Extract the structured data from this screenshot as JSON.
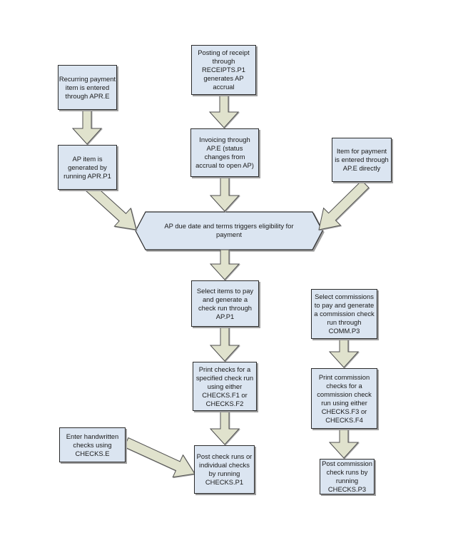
{
  "diagram": {
    "type": "flowchart",
    "nodes": [
      {
        "id": "recurring-payment",
        "text": "Recurring payment\nitem is entered\nthrough APR.E"
      },
      {
        "id": "posting-receipt",
        "text": "Posting of receipt\nthrough\nRECEIPTS.P1\ngenerates AP\naccrual"
      },
      {
        "id": "ap-item-generated",
        "text": "AP item is\ngenerated by\nrunning APR.P1"
      },
      {
        "id": "invoicing-ape",
        "text": "Invoicing through\nAP.E (status\nchanges from\naccrual to open AP)"
      },
      {
        "id": "item-for-payment",
        "text": "Item for payment\nis entered through\nAP.E directly"
      },
      {
        "id": "eligibility-hexagon",
        "text": "AP due date and terms triggers eligibility for\npayment"
      },
      {
        "id": "select-items",
        "text": "Select items to pay\nand generate a\ncheck run through\nAP.P1"
      },
      {
        "id": "select-commissions",
        "text": "Select commissions\nto pay and generate\na commission check\nrun through\nCOMM.P3"
      },
      {
        "id": "print-checks",
        "text": "Print checks for a\nspecified check run\nusing either\nCHECKS.F1 or\nCHECKS.F2"
      },
      {
        "id": "print-commission-checks",
        "text": "Print commission\nchecks for a\ncommission check\nrun using either\nCHECKS.F3 or\nCHECKS.F4"
      },
      {
        "id": "enter-handwritten-checks",
        "text": "Enter handwritten\nchecks using\nCHECKS.E"
      },
      {
        "id": "post-check-runs",
        "text": "Post check runs or\nindividual checks\nby running\nCHECKS.P1"
      },
      {
        "id": "post-commission-check-runs",
        "text": "Post commission\ncheck runs by\nrunning\nCHECKS.P3"
      }
    ],
    "colors": {
      "node_fill": "#dbe5f1",
      "node_border": "#2b2b2b",
      "arrow_fill": "#e0e2cd",
      "arrow_stroke": "#4f4f4f",
      "shadow": "#9e9e9e",
      "background": "#ffffff",
      "text": "#1a1a1a"
    }
  }
}
